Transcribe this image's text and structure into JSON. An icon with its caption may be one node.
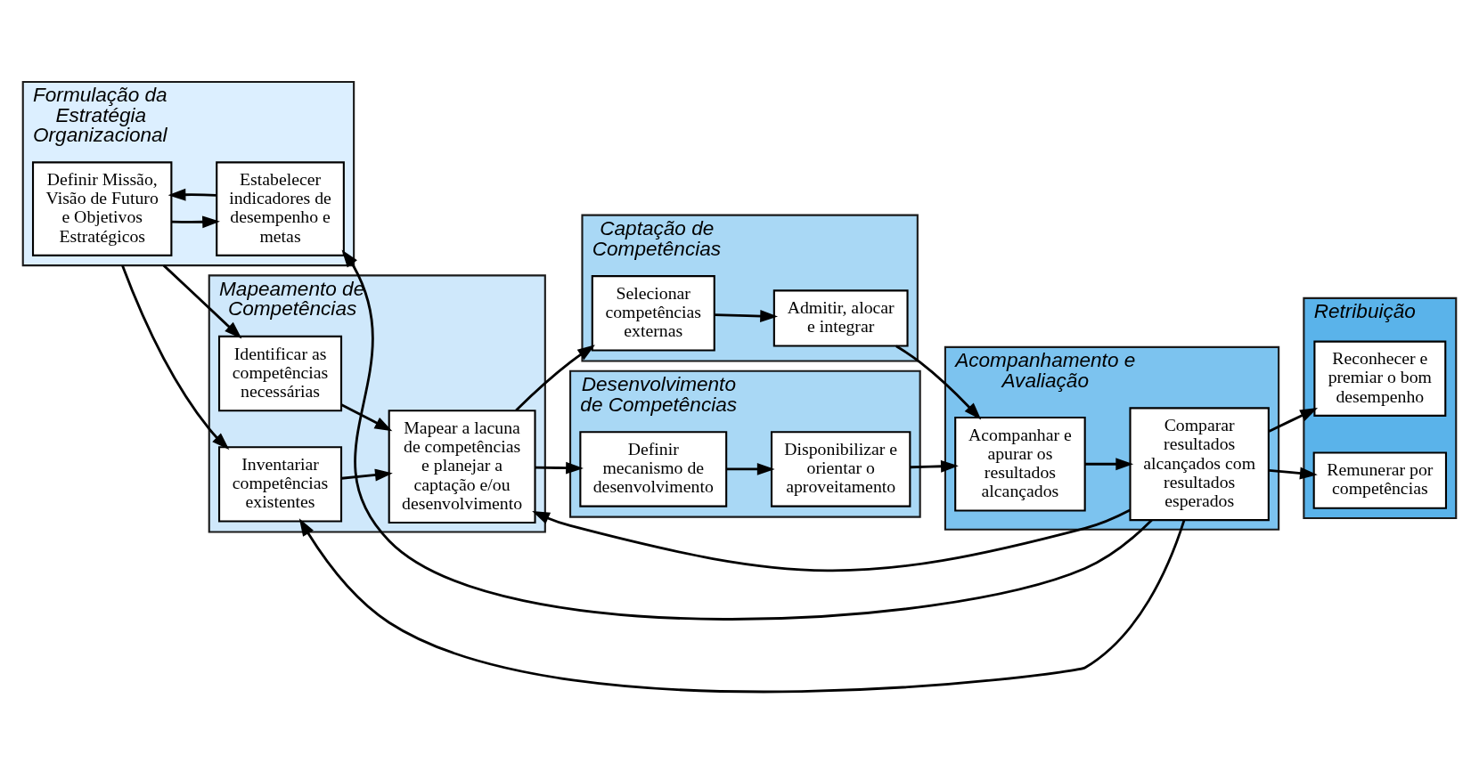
{
  "diagram": {
    "nodes": [
      {
        "text": [
          "Formulação da Estratégia Organizacional"
        ]
      },
      {
        "text": [
          "Definir Missão, Visão de Futuro e Objetivos Estratégicos"
        ],
        "in": 0
      },
      {
        "text": [
          "Estabelecer indicadores de desempenho e metas"
        ],
        "in": 0
      },
      {
        "text": [
          "Mapeamento de Competências"
        ]
      },
      {
        "text": [
          "Identificar as competências necessárias"
        ],
        "in": 3
      },
      {
        "text": [
          "Inventariar competências existentes"
        ],
        "in": 3
      },
      {
        "text": [
          "Mapear a lacuna de competências e planejar a captação e/ou desenvolvimento"
        ],
        "in": 3
      },
      {
        "text": [
          "Captação de Competências"
        ]
      },
      {
        "text": [
          "Selecionar competências externas"
        ],
        "in": 7
      },
      {
        "text": [
          "Admitir, alocar e integrar"
        ],
        "in": 7
      },
      {
        "text": [
          "Desenvolvimento de Competências"
        ]
      },
      {
        "text": [
          "Definir mecanismo de desenvolvimento"
        ],
        "in": 10
      },
      {
        "text": [
          "Disponibilizar e orientar o aproveitamento"
        ],
        "in": 10
      },
      {
        "text": [
          "Acompanhamento e Avaliação"
        ]
      },
      {
        "text": [
          "Acompanhar e apurar os resultados alcançados"
        ],
        "in": 13
      },
      {
        "text": [
          "Comparar resultados alcançados com resultados esperados"
        ],
        "in": 13
      },
      {
        "text": [
          "Retribuição"
        ]
      },
      {
        "text": [
          "Reconhecer e premiar o bom desempenho"
        ],
        "in": 16
      },
      {
        "text": [
          "Remunerar por competências"
        ],
        "in": 16
      }
    ],
    "edges": [
      {
        "from": 1,
        "to": 2,
        "arrow": "to"
      },
      {
        "from": 2,
        "to": 1,
        "arrow": "to"
      },
      {
        "from": 0,
        "to": 4,
        "arrow": "to"
      },
      {
        "from": 0,
        "to": 5,
        "arrow": "to"
      },
      {
        "from": 4,
        "to": 6,
        "arrow": "to"
      },
      {
        "from": 5,
        "to": 6,
        "arrow": "to"
      },
      {
        "from": 6,
        "to": 8,
        "arrow": "to"
      },
      {
        "from": 6,
        "to": 11,
        "arrow": "to"
      },
      {
        "from": 8,
        "to": 9,
        "arrow": "to"
      },
      {
        "from": 11,
        "to": 12,
        "arrow": "to"
      },
      {
        "from": 9,
        "to": 14,
        "arrow": "to"
      },
      {
        "from": 12,
        "to": 14,
        "arrow": "to"
      },
      {
        "from": 14,
        "to": 15,
        "arrow": "to"
      },
      {
        "from": 15,
        "to": 17,
        "arrow": "to"
      },
      {
        "from": 15,
        "to": 18,
        "arrow": "to"
      },
      {
        "from": 15,
        "to": 2,
        "arrow": "to"
      },
      {
        "from": 15,
        "to": 5,
        "arrow": "to"
      },
      {
        "from": 15,
        "to": 6,
        "arrow": "to"
      }
    ]
  }
}
